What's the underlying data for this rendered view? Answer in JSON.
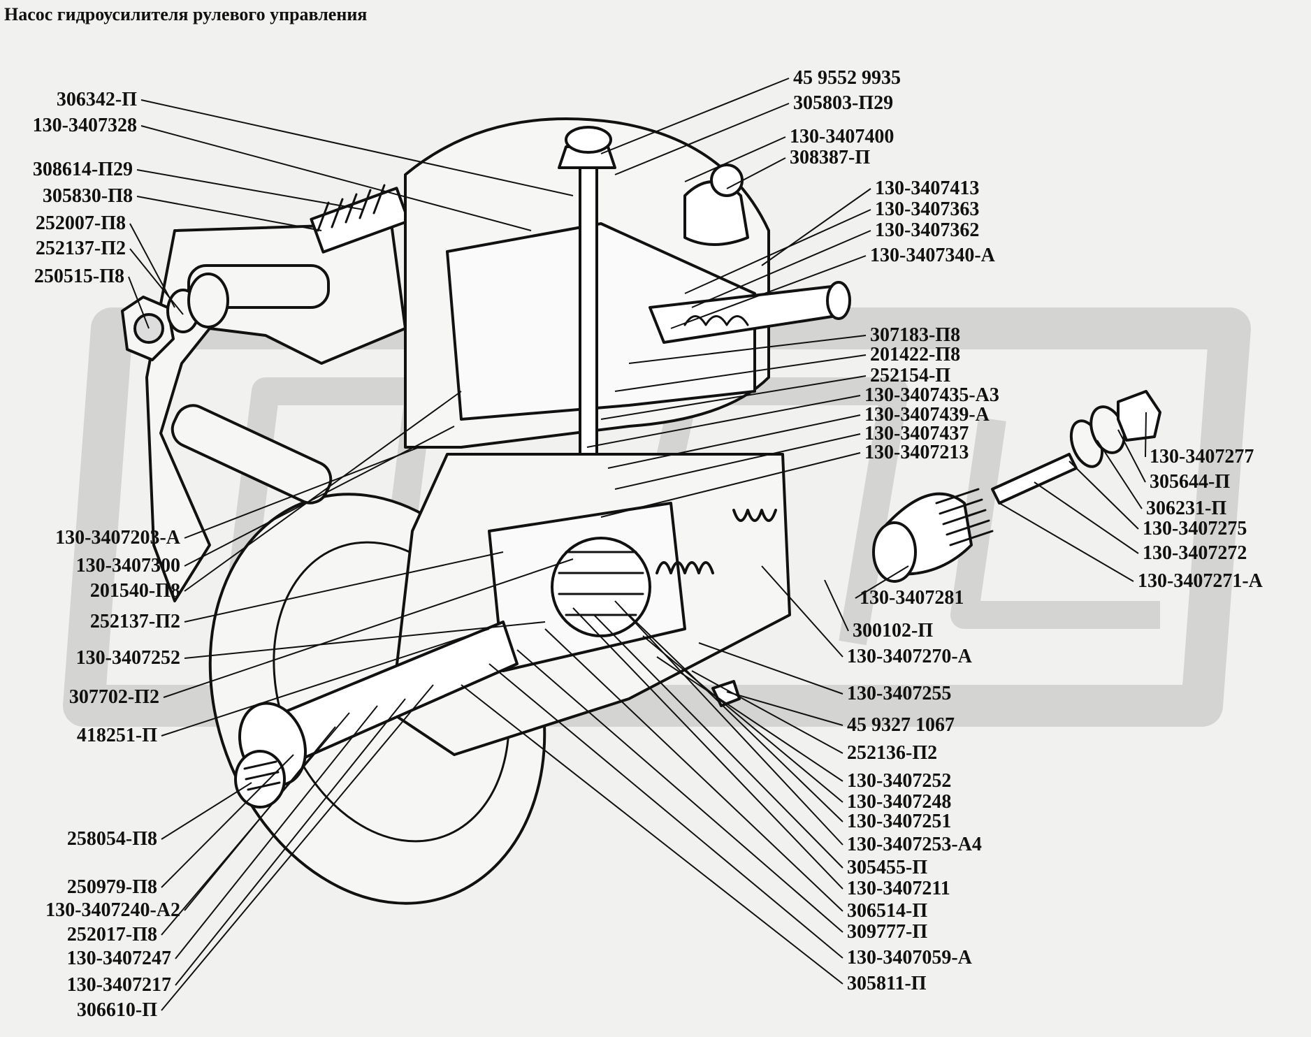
{
  "title": "Насос гидроусилителя рулевого управления",
  "callouts_left": [
    "306342-П",
    "130-3407328",
    "308614-П29",
    "305830-П8",
    "252007-П8",
    "252137-П2",
    "250515-П8",
    "130-3407203-А",
    "130-3407300",
    "201540-П8",
    "252137-П2",
    "130-3407252",
    "307702-П2",
    "418251-П",
    "258054-П8",
    "250979-П8",
    "130-3407240-А2",
    "252017-П8",
    "130-3407247",
    "130-3407217",
    "306610-П"
  ],
  "callouts_right_upper": [
    "45 9552 9935",
    "305803-П29",
    "130-3407400",
    "308387-П",
    "130-3407413",
    "130-3407363",
    "130-3407362",
    "130-3407340-А",
    "307183-П8",
    "201422-П8",
    "252154-П",
    "130-3407435-А3",
    "130-3407439-А",
    "130-3407437",
    "130-3407213"
  ],
  "callouts_right_valve": [
    "130-3407277",
    "305644-П",
    "306231-П",
    "130-3407275",
    "130-3407272",
    "130-3407271-А"
  ],
  "callouts_right_lower": [
    "130-3407281",
    "300102-П",
    "130-3407270-А",
    "130-3407255",
    "45 9327 1067",
    "252136-П2",
    "130-3407252",
    "130-3407248",
    "130-3407251",
    "130-3407253-А4",
    "305455-П",
    "130-3407211",
    "306514-П",
    "309777-П",
    "130-3407059-А",
    "305811-П"
  ]
}
